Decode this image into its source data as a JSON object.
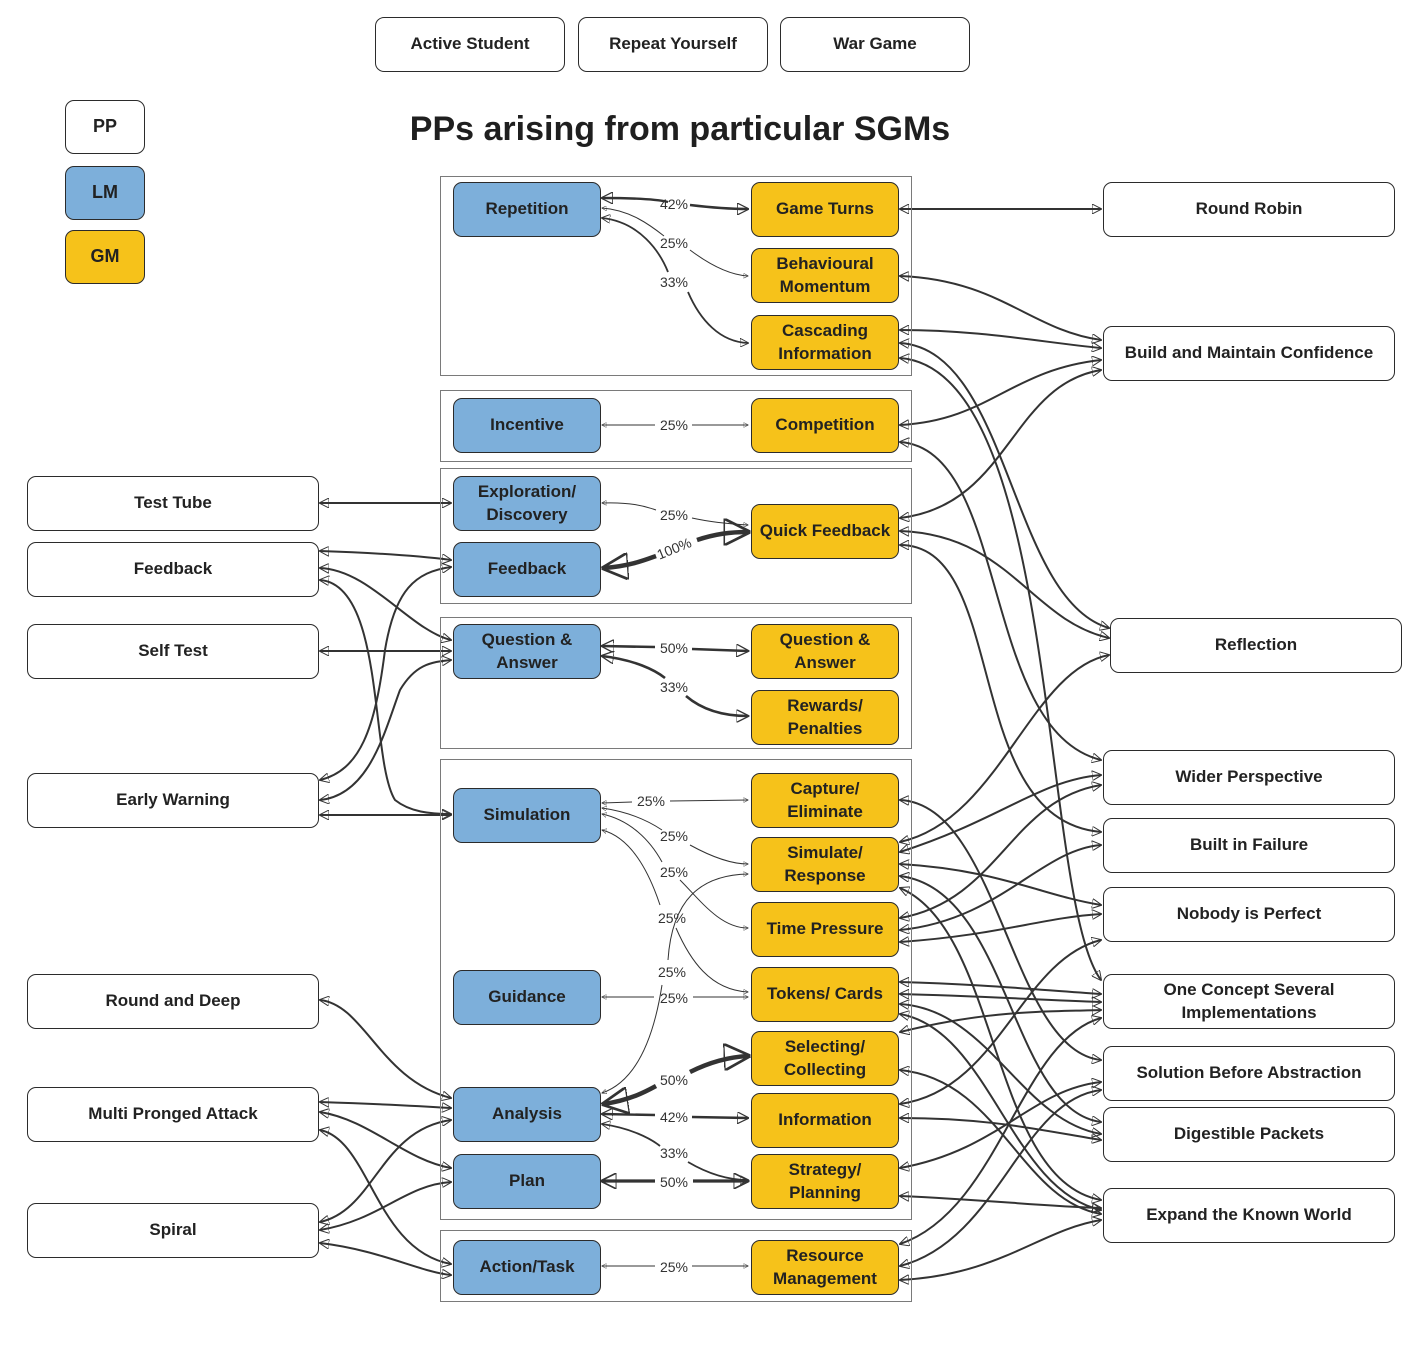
{
  "title": "PPs arising from particular SGMs",
  "colors": {
    "pp": "#ffffff",
    "lm": "#7dafda",
    "gm": "#f6c21a",
    "line": "#333333"
  },
  "top_tabs": [
    "Active Student",
    "Repeat Yourself",
    "War Game"
  ],
  "legend": {
    "pp": "PP",
    "lm": "LM",
    "gm": "GM"
  },
  "nodes": {
    "rep": "Repetition",
    "inc": "Incentive",
    "exp": "Exploration/ Discovery",
    "fb": "Feedback",
    "qa": "Question & Answer",
    "sim": "Simulation",
    "gui": "Guidance",
    "ana": "Analysis",
    "plan": "Plan",
    "act": "Action/Task",
    "gt": "Game Turns",
    "bm": "Behavioural Momentum",
    "ci": "Cascading Information",
    "comp": "Competition",
    "qf": "Quick Feedback",
    "qa2": "Question & Answer",
    "rp": "Rewards/ Penalties",
    "ce": "Capture/ Eliminate",
    "sr": "Simulate/ Response",
    "tp": "Time Pressure",
    "tc": "Tokens/ Cards",
    "sc": "Selecting/ Collecting",
    "info": "Information",
    "sp": "Strategy/ Planning",
    "rm": "Resource Management",
    "tt": "Test Tube",
    "fbL": "Feedback",
    "st": "Self Test",
    "ew": "Early Warning",
    "rd": "Round and Deep",
    "mpa": "Multi Pronged Attack",
    "spi": "Spiral",
    "rr": "Round Robin",
    "bmc": "Build and Maintain Confidence",
    "refl": "Reflection",
    "wp": "Wider Perspective",
    "bif": "Built in Failure",
    "nip": "Nobody is Perfect",
    "ocs": "One Concept Several Implementations",
    "sba": "Solution Before Abstraction",
    "dp": "Digestible Packets",
    "ekw": "Expand the Known World"
  },
  "links": [
    {
      "from": "rep",
      "to": "gt",
      "pct": "42%"
    },
    {
      "from": "rep",
      "to": "bm",
      "pct": "25%"
    },
    {
      "from": "rep",
      "to": "ci",
      "pct": "33%"
    },
    {
      "from": "inc",
      "to": "comp",
      "pct": "25%"
    },
    {
      "from": "exp",
      "to": "qf",
      "pct": "25%"
    },
    {
      "from": "fb",
      "to": "qf",
      "pct": "100%"
    },
    {
      "from": "qa",
      "to": "qa2",
      "pct": "50%"
    },
    {
      "from": "qa",
      "to": "rp",
      "pct": "33%"
    },
    {
      "from": "sim",
      "to": "ce",
      "pct": "25%"
    },
    {
      "from": "sim",
      "to": "sr",
      "pct": "25%"
    },
    {
      "from": "sim",
      "to": "tp",
      "pct": "25%"
    },
    {
      "from": "sim",
      "to": "tc",
      "pct": "25%"
    },
    {
      "from": "gui",
      "to": "tc",
      "pct": "25%"
    },
    {
      "from": "ana",
      "to": "sr",
      "pct": "25%"
    },
    {
      "from": "ana",
      "to": "sc",
      "pct": "50%"
    },
    {
      "from": "ana",
      "to": "info",
      "pct": "42%"
    },
    {
      "from": "ana",
      "to": "sp",
      "pct": "33%"
    },
    {
      "from": "plan",
      "to": "sp",
      "pct": "50%"
    },
    {
      "from": "act",
      "to": "rm",
      "pct": "25%"
    }
  ]
}
